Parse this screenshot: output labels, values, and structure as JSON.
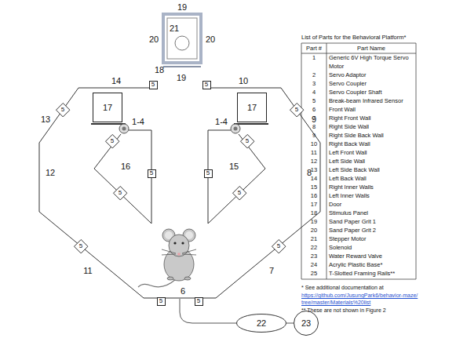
{
  "diagram": {
    "nodes": [
      {
        "text": [
          "5"
        ]
      },
      {
        "text": [
          "5"
        ]
      },
      {
        "text": [
          "17"
        ]
      },
      {
        "text": [
          "17"
        ]
      },
      {
        "text": [
          "5"
        ]
      },
      {
        "text": [
          "5"
        ]
      },
      {
        "text": [
          "5"
        ]
      },
      {
        "text": [
          "5"
        ]
      },
      {
        "text": [
          "5"
        ]
      },
      {
        "text": [
          "5"
        ]
      },
      {
        "text": [
          "5"
        ]
      },
      {
        "text": [
          "5"
        ]
      },
      {
        "text": [
          "5"
        ]
      },
      {
        "text": [
          "5"
        ]
      },
      {
        "text": [
          "5"
        ]
      },
      {
        "text": [
          "5"
        ]
      },
      {
        "text": [
          "22"
        ]
      },
      {
        "text": [
          "23"
        ]
      }
    ],
    "edges": [
      {
        "from": 16,
        "to": 17,
        "arrow": "none"
      }
    ],
    "labels": [
      "19",
      "20",
      "20",
      "21",
      "18",
      "19",
      "14",
      "10",
      "13",
      "9",
      "1-4",
      "1-4",
      "12",
      "8",
      "16",
      "15",
      "11",
      "7",
      "6",
      "List of Parts for the Behavioral Platform*",
      "Part #",
      "Part Name",
      "1",
      "Generic 6V High Torque Servo Motor",
      "2",
      "Servo Adaptor",
      "3",
      "Servo Coupler",
      "4",
      "Servo Coupler Shaft",
      "5",
      "Break-beam Infrared Sensor",
      "6",
      "Front Wall",
      "7",
      "Right Front Wall",
      "8",
      "Right Side Wall",
      "9",
      "Right Side Back Wall",
      "10",
      "Right Back Wall",
      "11",
      "Left Front Wall",
      "12",
      "Left Side Wall",
      "13",
      "Left Side Back Wall",
      "14",
      "Left Back Wall",
      "15",
      "Right Inner Walls",
      "16",
      "Left Inner Walls",
      "17",
      "Door",
      "18",
      "Stimulus Panel",
      "19",
      "Sand Paper Grit 1",
      "20",
      "Sand Paper Grit 2",
      "21",
      "Stepper Motor",
      "22",
      "Solenoid",
      "23",
      "Water Reward Valve",
      "24",
      "Acrylic Plastic Base*",
      "25",
      "T-Slotted Framing Rails**",
      "* See additional documentation at",
      "https://github.com/JusungPark6/behavior-maze/tree/master/Materials%20list",
      "** These are not shown in Figure 2"
    ]
  }
}
